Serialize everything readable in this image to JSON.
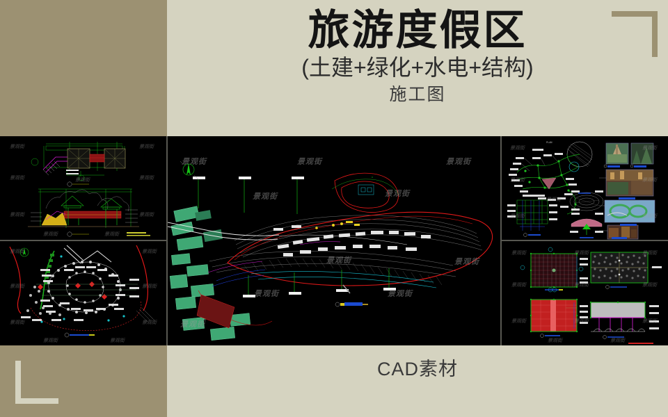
{
  "header": {
    "title_main": "旅游度假区",
    "title_sub": "(土建+绿化+水电+结构)",
    "title_sub2": "施工图"
  },
  "footer": {
    "label": "CAD素材"
  },
  "watermark": {
    "text": "景观街"
  },
  "colors": {
    "background": "#d5d3c0",
    "tan_block": "#9c9172",
    "panel_background": "#000000",
    "divider": "#585851",
    "title_text": "#141414"
  },
  "gallery": {
    "panels": [
      {
        "name": "pavilion-plan-elevation",
        "position": "top-left"
      },
      {
        "name": "planting-layout-plan",
        "position": "bottom-left"
      },
      {
        "name": "master-site-plan",
        "position": "center"
      },
      {
        "name": "landscape-detail-with-photos",
        "position": "top-right"
      },
      {
        "name": "structural-grid-drawings",
        "position": "bottom-right"
      }
    ]
  }
}
